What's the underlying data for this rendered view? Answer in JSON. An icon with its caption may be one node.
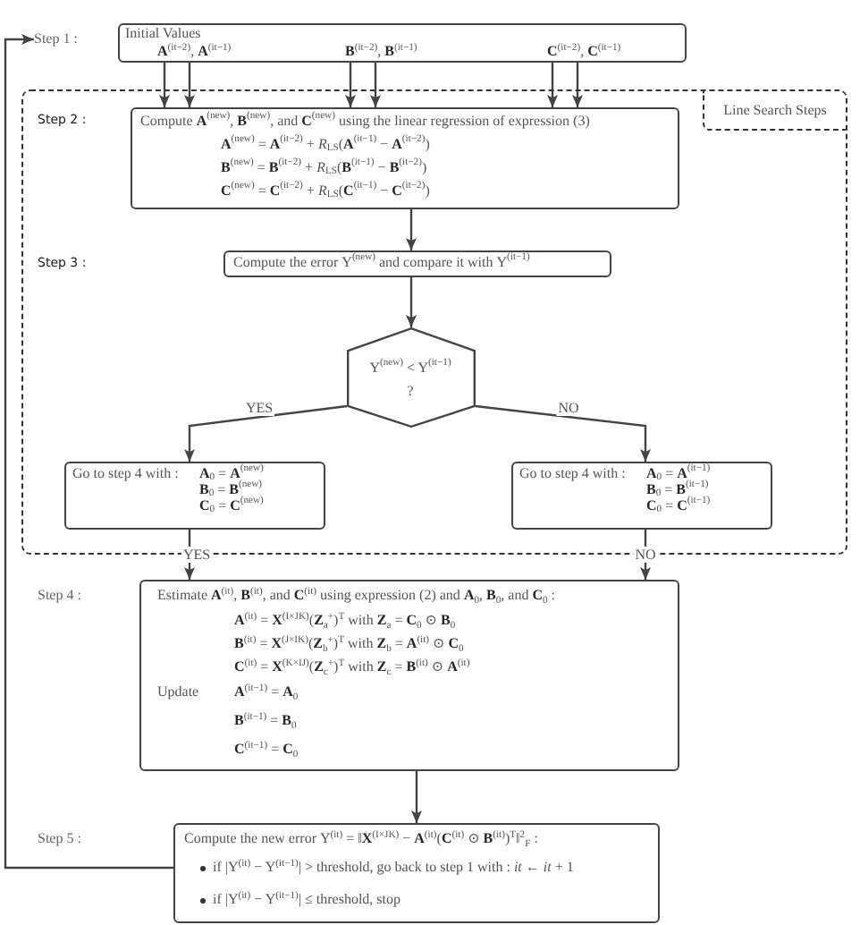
{
  "diagram": {
    "nodes": [
      {
        "text": [
          "Step 1 :"
        ]
      },
      {
        "text": [
          "Initial Values",
          "**A**$^{(it−2)}$, **A**$^{(it−1)}$",
          "**B**$^{(it−2)}$, **B**$^{(it−1)}$",
          "**C**$^{(it−2)}$, **C**$^{(it−1)}$"
        ]
      },
      {
        "text": [
          "Line Search Steps"
        ]
      },
      {
        "text": [
          "Compute **A**$^{(new)}$, **B**$^{(new)}$, and **C**$^{(new)}$ using the linear regression of expression (3)",
          "**A**$^{(new)}$ = **A**$^{(it−2)}$ + *R*$_{LS}$(**A**$^{(it−1)}$ − **A**$^{(it−2)}$)",
          "**B**$^{(new)}$ = **B**$^{(it−2)}$ + *R*$_{LS}$(**B**$^{(it−1)}$ − **B**$^{(it−2)}$)",
          "**C**$^{(new)}$ = **C**$^{(it−2)}$ + *R*$_{LS}$(**C**$^{(it−1)}$ − **C**$^{(it−2)}$)"
        ],
        "in": 2
      },
      {
        "text": [
          "Compute the error Υ$^{(new)}$ and compare it with Υ$^{(it−1)}$"
        ],
        "in": 2
      },
      {
        "text": [
          "Υ$^{(new)}$ < Υ$^{(it−1)}$",
          "?"
        ],
        "in": 2
      },
      {
        "text": [
          "Go to step 4 with :",
          "**A**$_{0}$ = **A**$^{(new)}$",
          "**B**$_{0}$ = **B**$^{(new)}$",
          "**C**$_{0}$ = **C**$^{(new)}$"
        ],
        "in": 2
      },
      {
        "text": [
          "Go to step 4 with :",
          "**A**$_{0}$ = **A**$^{(it−1)}$",
          "**B**$_{0}$ = **B**$^{(it−1)}$",
          "**C**$_{0}$ = **C**$^{(it−1)}$"
        ],
        "in": 2
      },
      {
        "text": [
          "Estimate **A**$^{(it)}$, **B**$^{(it)}$, and **C**$^{(it)}$ using expression (2) and **A**$_{0}$, **B**$_{0}$, and **C**$_{0}$ :",
          "**A**$^{(it)}$ = **X**$^{(I×JK)}$(**Z**$_{a}$$^{+}$)$^{T}$ with **Z**$_{a}$ = **C**$_{0}$ ⊙ **B**$_{0}$",
          "**B**$^{(it)}$ = **X**$^{(J×IK)}$(**Z**$_{b}$$^{+}$)$^{T}$ with **Z**$_{b}$ = **A**$^{(it)}$ ⊙ **C**$_{0}$",
          "**C**$^{(it)}$ = **X**$^{(K×IJ)}$(**Z**$_{c}$$^{+}$)$^{T}$ with **Z**$_{c}$ = **B**$^{(it)}$ ⊙ **A**$^{(it)}$",
          "Update",
          "**A**$^{(it−1)}$ = **A**$_{0}$",
          "**B**$^{(it−1)}$ = **B**$_{0}$",
          "**C**$^{(it−1)}$ = **C**$_{0}$"
        ]
      },
      {
        "text": [
          "Compute the new error Υ$^{(it)}$ = ‖**X**$^{(I×JK)}$ − **A**$^{(it)}$(**C**$^{(it)}$ ⊙ **B**$^{(it)}$)$^{T}$‖$^{2}$$_{F}$ :",
          "if |Υ$^{(it)}$ − Υ$^{(it−1)}$| > threshold, go back to step 1 with : *it* ← *it* + 1",
          "if |Υ$^{(it)}$ − Υ$^{(it−1)}$| ≤ threshold, stop"
        ]
      }
    ],
    "edges": [
      {
        "from": 1,
        "to": 3,
        "arrow": "to"
      },
      {
        "from": 1,
        "to": 3,
        "arrow": "to"
      },
      {
        "from": 1,
        "to": 3,
        "arrow": "to"
      },
      {
        "from": 1,
        "to": 3,
        "arrow": "to"
      },
      {
        "from": 1,
        "to": 3,
        "arrow": "to"
      },
      {
        "from": 1,
        "to": 3,
        "arrow": "to"
      },
      {
        "from": 3,
        "to": 4,
        "arrow": "to"
      },
      {
        "from": 4,
        "to": 5,
        "arrow": "to"
      },
      {
        "from": 5,
        "to": 6,
        "arrow": "to",
        "label": "YES"
      },
      {
        "from": 5,
        "to": 7,
        "arrow": "to",
        "label": "NO"
      },
      {
        "from": 6,
        "to": 8,
        "arrow": "to",
        "label": "YES"
      },
      {
        "from": 7,
        "to": 8,
        "arrow": "to",
        "label": "NO"
      },
      {
        "from": 8,
        "to": 9,
        "arrow": "to"
      },
      {
        "from": 9,
        "to": 0,
        "arrow": "to"
      }
    ],
    "labels": [
      "Step 2 :",
      "Step 3 :",
      "Step 4 :",
      "Step 5 :"
    ]
  }
}
